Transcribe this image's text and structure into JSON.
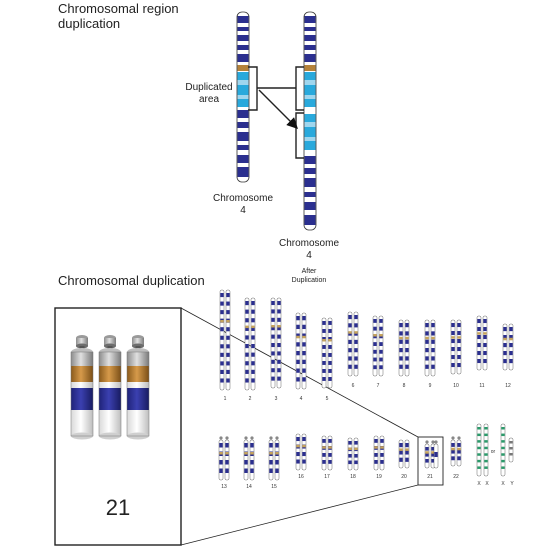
{
  "top": {
    "title_line1": "Chromosomal region",
    "title_line2": "duplication",
    "duplicated_line1": "Duplicated",
    "duplicated_line2": "area",
    "chrom_left_line1": "Chromosome",
    "chrom_left_line2": "4",
    "chrom_right_line1": "Chromosome",
    "chrom_right_line2": "4",
    "after_line1": "After",
    "after_line2": "Duplication"
  },
  "bottom": {
    "title": "Chromosomal duplication",
    "zoom_label": "21",
    "karyotype_row1": [
      "1",
      "2",
      "3",
      "4",
      "5",
      "6",
      "7",
      "8",
      "9",
      "10",
      "11",
      "12"
    ],
    "karyotype_row2": [
      "13",
      "14",
      "15",
      "16",
      "17",
      "18",
      "19",
      "20",
      "21",
      "22",
      "X",
      "X",
      "X",
      "Y"
    ],
    "or_label": "or"
  },
  "colors": {
    "band_dark": "#2b2f8f",
    "band_light": "#29a9dc",
    "centromere": "#b5823a",
    "sex_chrom": "#2a9a6a",
    "outline": "#333333"
  }
}
